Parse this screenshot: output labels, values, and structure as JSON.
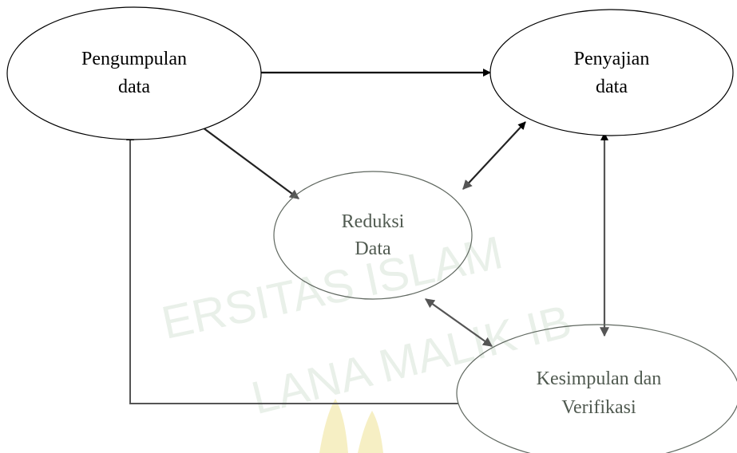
{
  "watermark": {
    "text_upper": "ERSITAS ISLAM",
    "text_lower": "LANA MALIK IB",
    "color": "#e6eee6"
  },
  "colors": {
    "stroke_dark": "#000000",
    "stroke_gray": "#555555",
    "text_dark": "#000000",
    "text_gray": "#505a50"
  },
  "nodes": {
    "pengumpulan": {
      "line1": "Pengumpulan",
      "line2": "data"
    },
    "penyajian": {
      "line1": "Penyajian",
      "line2": "data"
    },
    "reduksi": {
      "line1": "Reduksi",
      "line2": "Data"
    },
    "kesimpulan": {
      "line1": "Kesimpulan dan",
      "line2": "Verifikasi"
    }
  }
}
